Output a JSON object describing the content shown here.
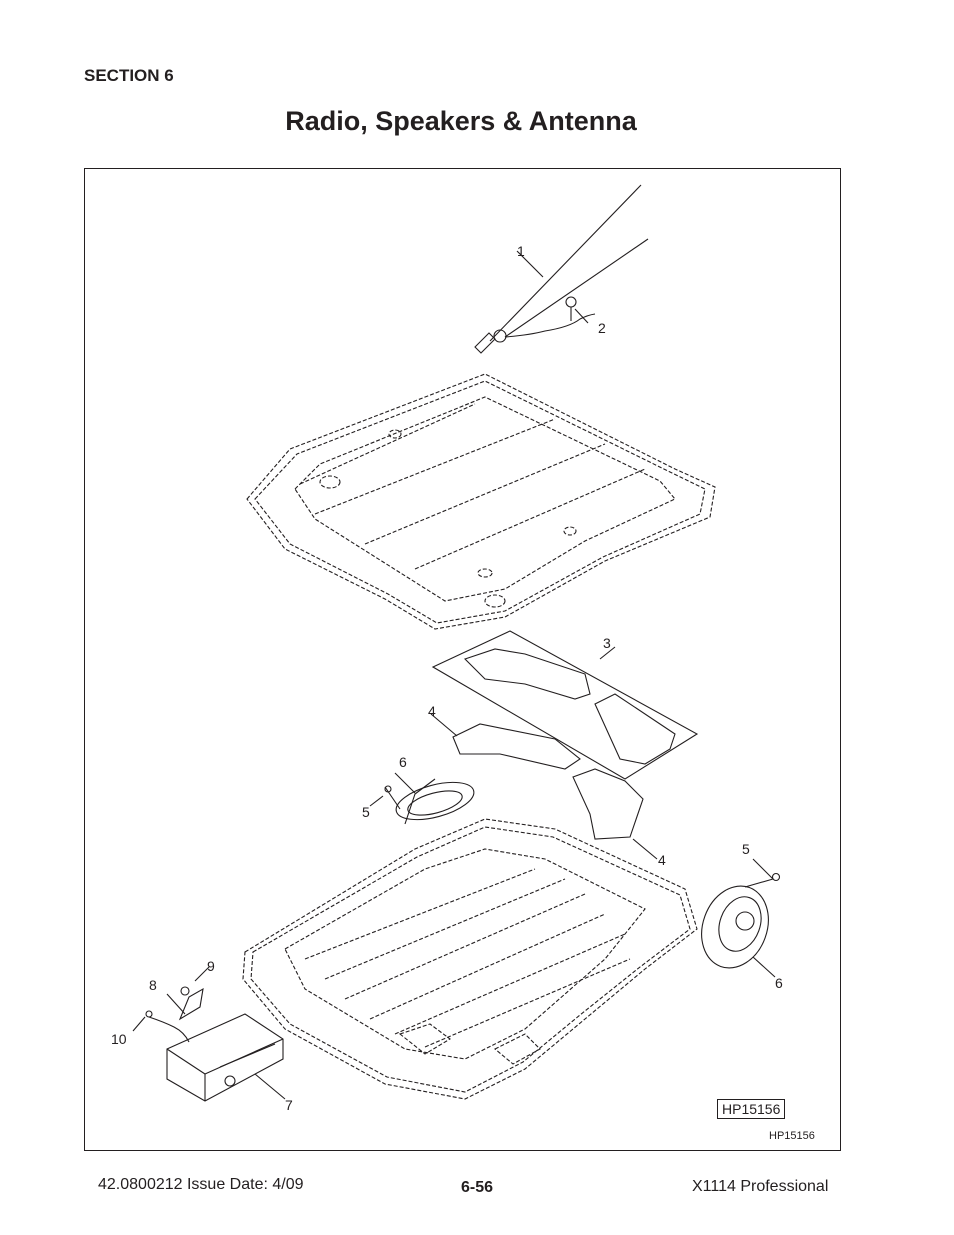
{
  "header": {
    "section": "SECTION 6",
    "title": "Radio, Speakers & Antenna"
  },
  "figure": {
    "callouts": {
      "c1": "1",
      "c2": "2",
      "c3": "3",
      "c4a": "4",
      "c4b": "4",
      "c5a": "5",
      "c5b": "5",
      "c6a": "6",
      "c6b": "6",
      "c7": "7",
      "c8": "8",
      "c9": "9",
      "c10": "10"
    },
    "ref_box": "HP15156",
    "ref_small": "HP15156"
  },
  "footer": {
    "left": "42.0800212  Issue Date: 4/09",
    "center": "6-56",
    "right": "X1114 Professional"
  }
}
